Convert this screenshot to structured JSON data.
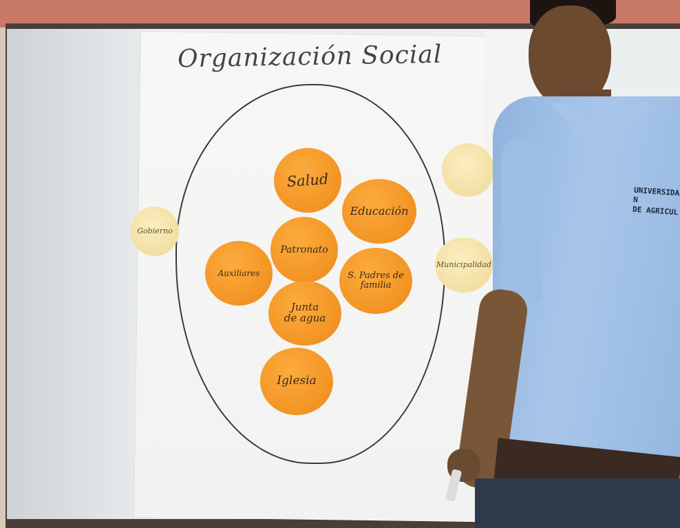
{
  "title": "Organización Social",
  "inner_groups": [
    {
      "label": "Salud"
    },
    {
      "label": "Educación"
    },
    {
      "label": "Patronato"
    },
    {
      "label": "Auxiliares"
    },
    {
      "label": "S. Padres de familia"
    },
    {
      "label": "Junta de agua"
    },
    {
      "label": "Iglesia"
    }
  ],
  "outer_groups": [
    {
      "label": "Gobierno"
    },
    {
      "label": "Municipalidad"
    },
    {
      "label": ""
    }
  ],
  "shirt_logo": [
    "UNIVERSIDAD N",
    "DE AGRICUL"
  ],
  "colors": {
    "inner_disc": "#f29423",
    "outer_disc": "#f1dea0",
    "boundary": "#3a3a3a",
    "shirt": "#a9c6ea"
  }
}
